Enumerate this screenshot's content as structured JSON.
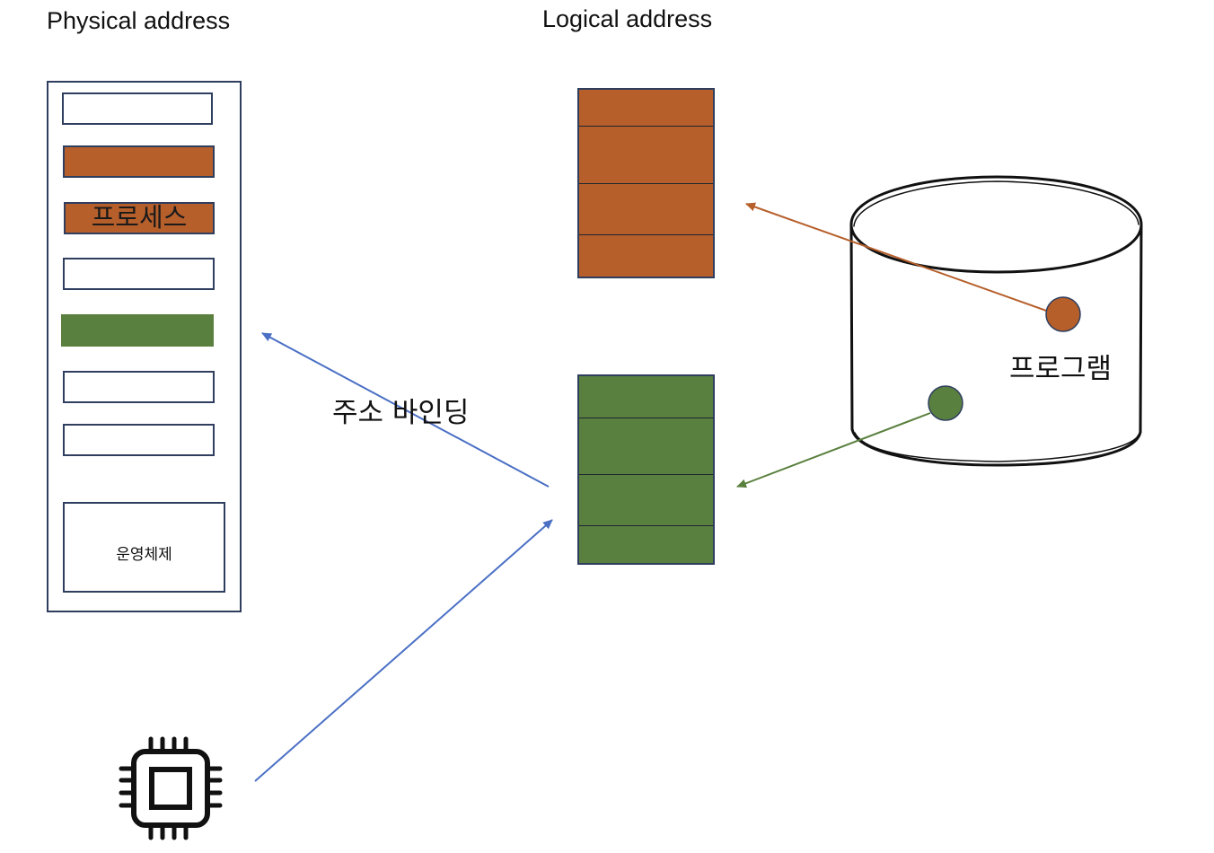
{
  "titles": {
    "physical": "Physical address",
    "logical": "Logical address"
  },
  "physical_memory": {
    "slots": [
      {
        "fill": "empty",
        "label": ""
      },
      {
        "fill": "orange",
        "label": ""
      },
      {
        "fill": "orange",
        "label": "프로세스"
      },
      {
        "fill": "empty",
        "label": ""
      },
      {
        "fill": "green",
        "label": ""
      },
      {
        "fill": "empty",
        "label": ""
      },
      {
        "fill": "empty",
        "label": ""
      }
    ],
    "os_label": "운영체제"
  },
  "labels": {
    "binding": "주소 바인딩",
    "program": "프로그램"
  },
  "colors": {
    "orange": "#b65f2b",
    "green": "#5a803f",
    "blue_arrow": "#4a6fc4",
    "frame": "#2f3e5f"
  },
  "icons": {
    "cpu": "cpu-chip-icon",
    "disk": "disk-cylinder-icon"
  }
}
